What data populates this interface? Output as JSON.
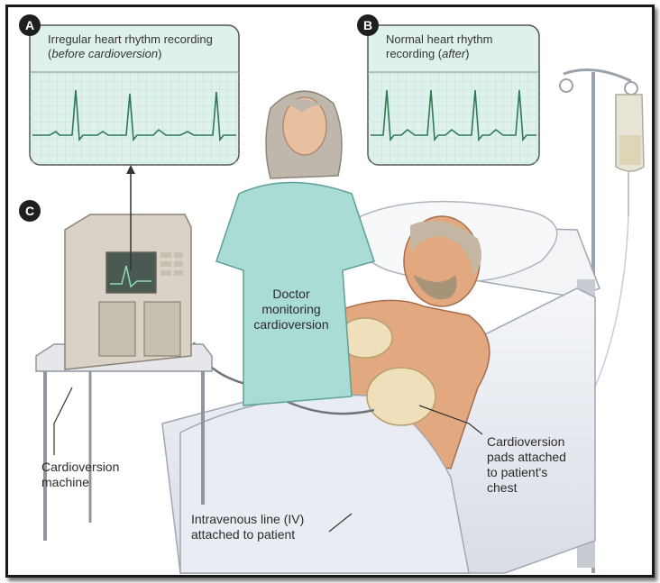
{
  "panels": {
    "a": {
      "badge": "A",
      "line1": "Irregular heart rhythm recording",
      "line2_open": "(",
      "line2_italic": "before cardioversion",
      "line2_close": ")"
    },
    "b": {
      "badge": "B",
      "line1": "Normal heart rhythm",
      "line2_prefix": "recording (",
      "line2_italic": "after",
      "line2_close": ")"
    },
    "c": {
      "badge": "C"
    }
  },
  "labels": {
    "doctor": [
      "Doctor",
      "monitoring",
      "cardioversion"
    ],
    "machine": [
      "Cardioversion",
      "machine"
    ],
    "pads": [
      "Cardioversion",
      "pads attached",
      "to patient's",
      "chest"
    ],
    "iv": [
      "Intravenous line (IV)",
      "attached to patient"
    ]
  },
  "colors": {
    "ecg_bg": "#dff1ec",
    "ecg_grid": "#b9ddd3",
    "ecg_trace": "#2d7a55",
    "scrub": "#a9dcd5",
    "skin": "#e2a880",
    "sheet": "#eef1f5",
    "machine": "#d9d3c7",
    "pad": "#efe0bb"
  }
}
